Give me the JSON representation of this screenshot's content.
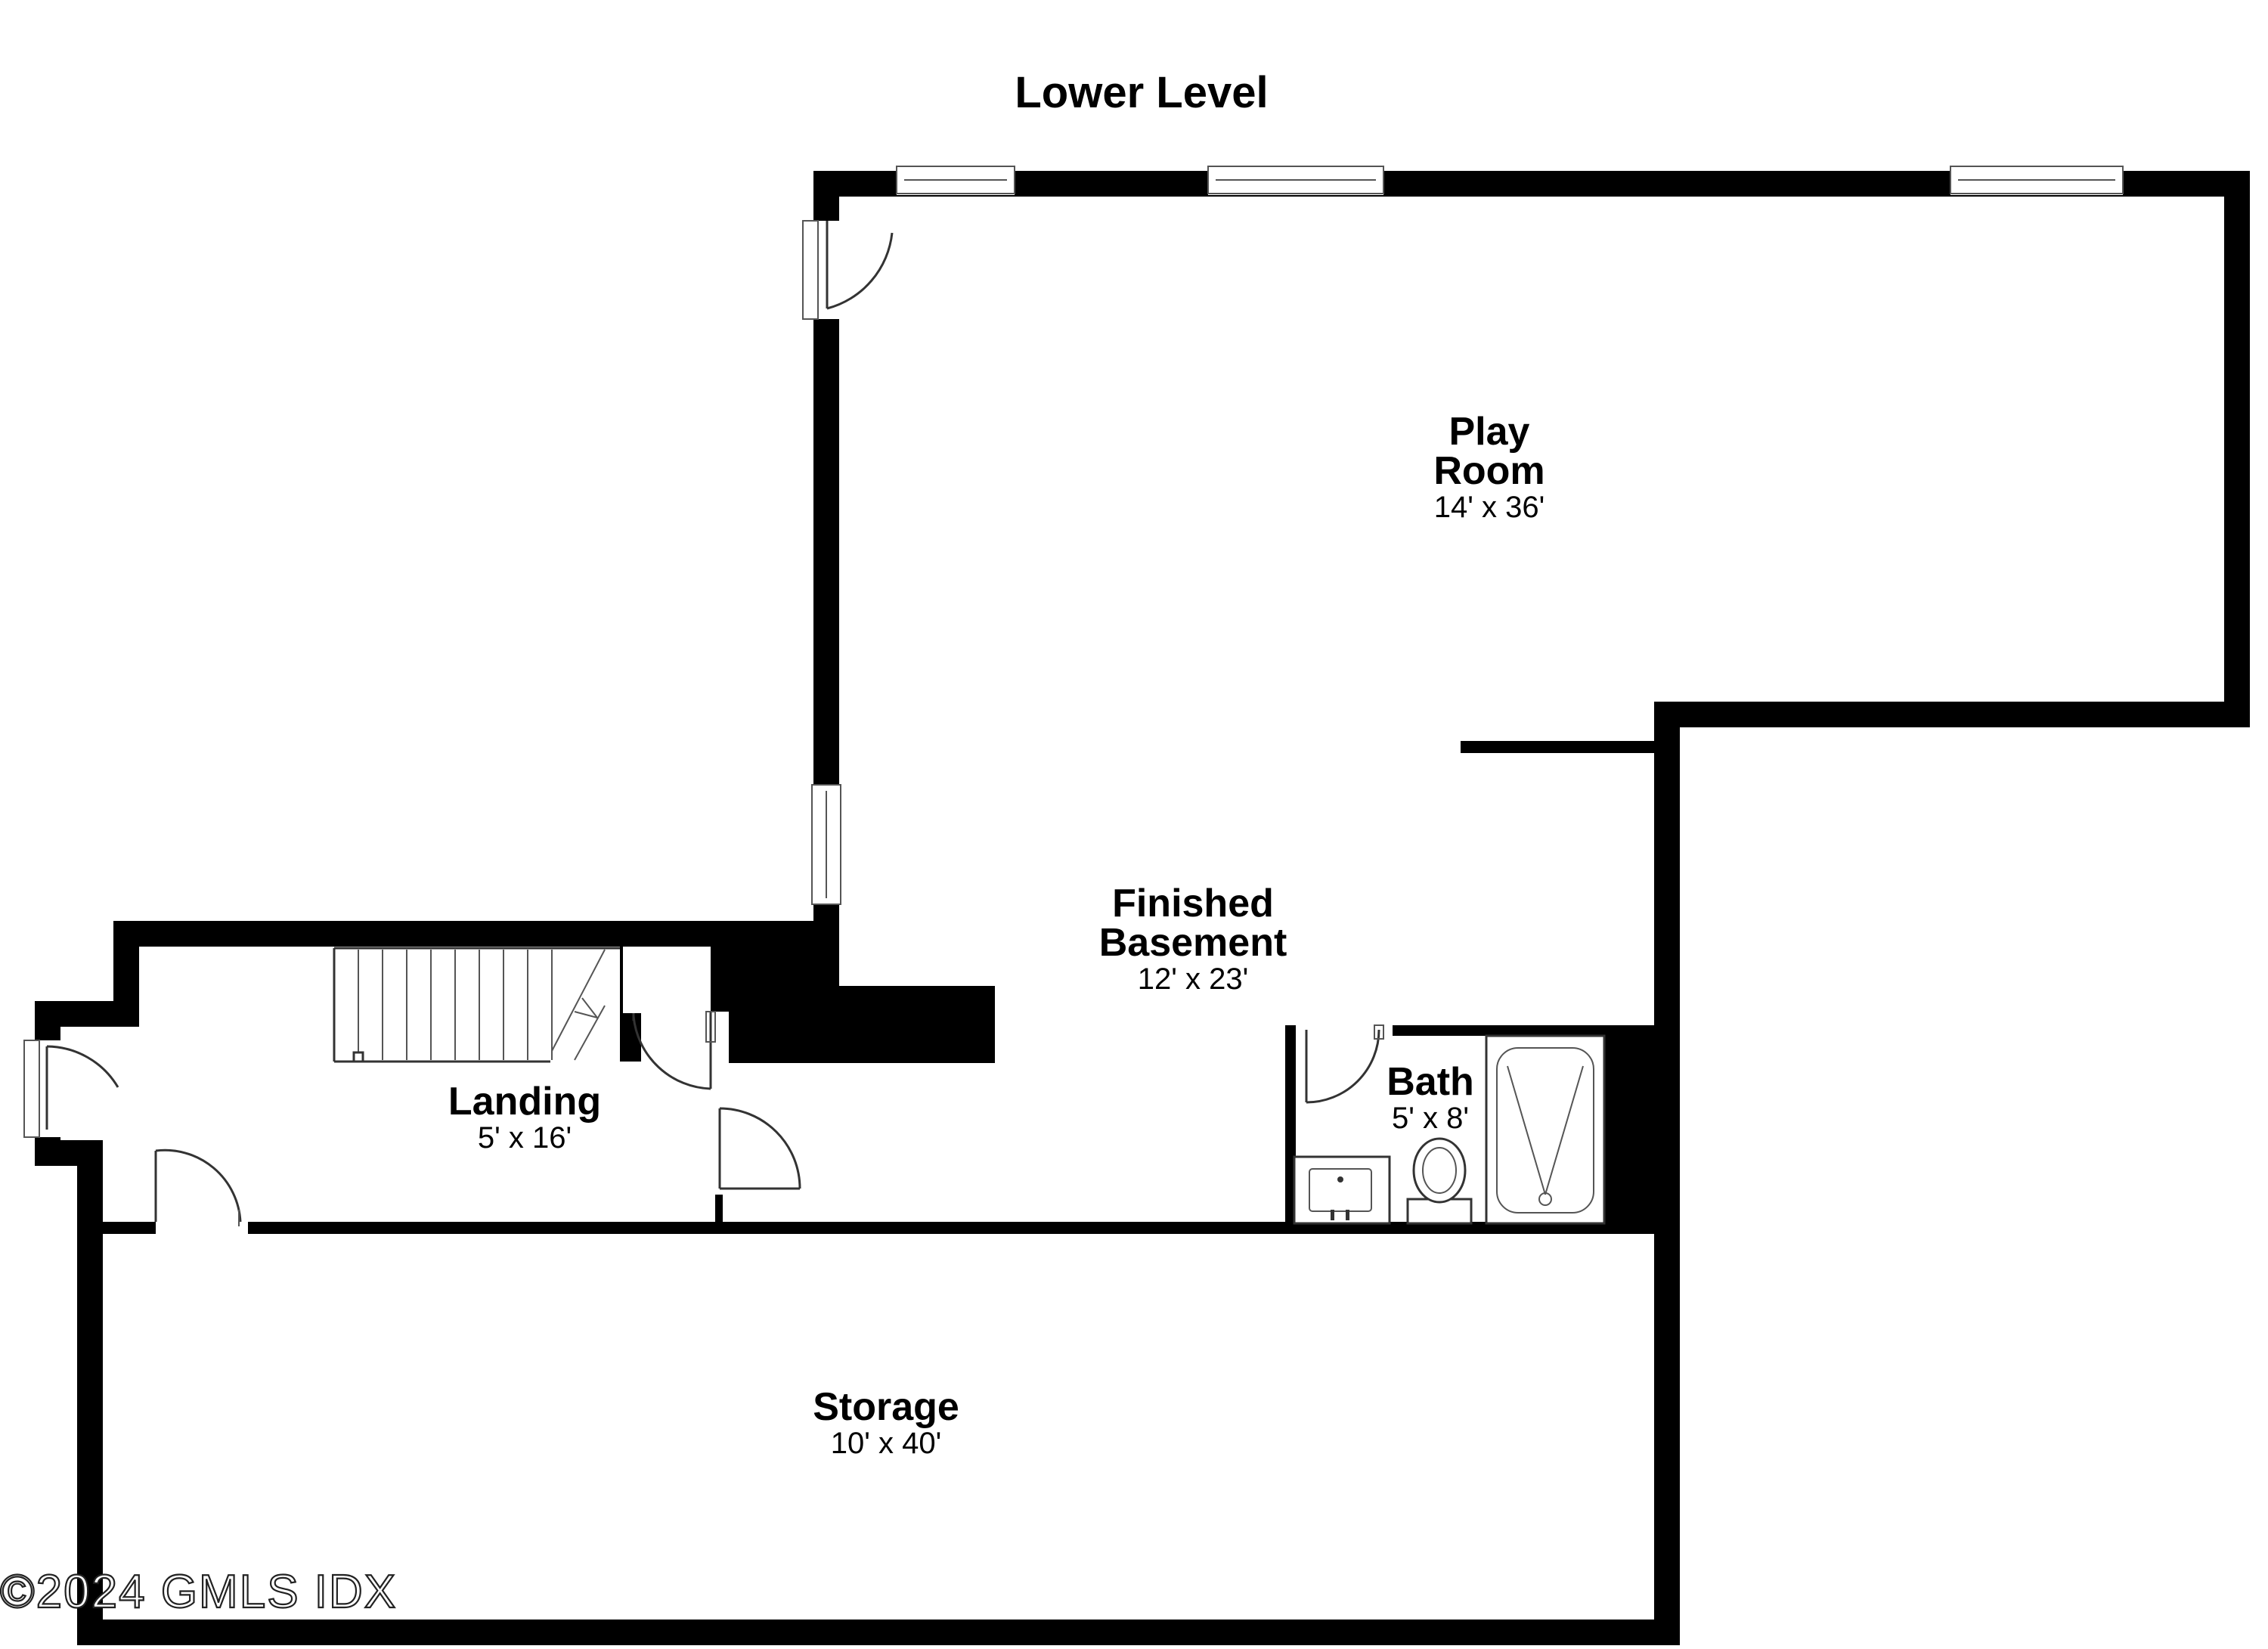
{
  "title": "Lower Level",
  "rooms": {
    "play_room": {
      "name_line1": "Play",
      "name_line2": "Room",
      "dims": "14' x 36'"
    },
    "finished_basement": {
      "name_line1": "Finished",
      "name_line2": "Basement",
      "dims": "12' x 23'"
    },
    "landing": {
      "name": "Landing",
      "dims": "5' x 16'"
    },
    "bath": {
      "name": "Bath",
      "dims": "5' x 8'"
    },
    "storage": {
      "name": "Storage",
      "dims": "10' x 40'"
    }
  },
  "watermark": "©2024 GMLS IDX",
  "colors": {
    "wall": "#000000",
    "background": "#ffffff"
  }
}
